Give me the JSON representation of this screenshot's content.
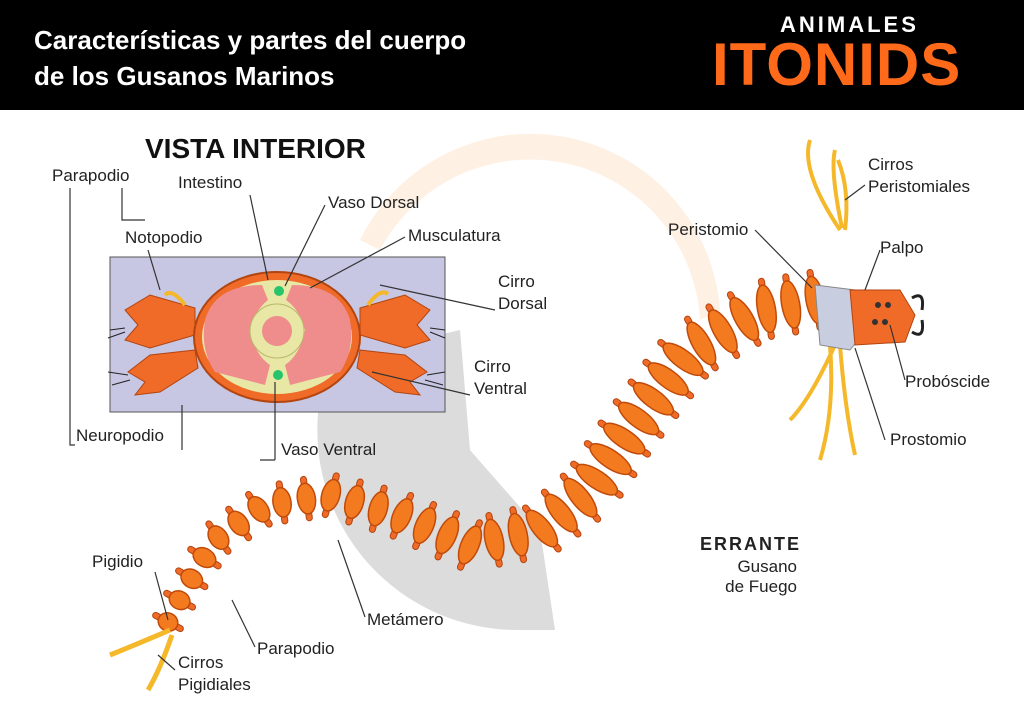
{
  "header": {
    "title": "Características y partes del cuerpo\nde los Gusanos Marinos",
    "logo_top": "ANIMALES",
    "logo_main": "ITONIDS"
  },
  "diagram": {
    "section_title": "VISTA INTERIOR",
    "cross_section_labels": {
      "parapodio": "Parapodio",
      "notopodio": "Notopodio",
      "intestino": "Intestino",
      "vaso_dorsal": "Vaso Dorsal",
      "musculatura": "Musculatura",
      "cirro_dorsal_1": "Cirro",
      "cirro_dorsal_2": "Dorsal",
      "cirro_ventral_1": "Cirro",
      "cirro_ventral_2": "Ventral",
      "neuropodio": "Neuropodio",
      "vaso_ventral": "Vaso Ventral"
    },
    "worm_labels": {
      "cirros_peristomiales_1": "Cirros",
      "cirros_peristomiales_2": "Peristomiales",
      "peristomio": "Peristomio",
      "palpo": "Palpo",
      "proboscide": "Probóscide",
      "prostomio": "Prostomio",
      "pigidio": "Pigidio",
      "parapodio": "Parapodio",
      "metamero": "Metámero",
      "cirros_pigidiales_1": "Cirros",
      "cirros_pigidiales_2": "Pigidiales"
    },
    "worm_type": {
      "category": "ERRANTE",
      "name_1": "Gusano",
      "name_2": "de Fuego"
    }
  },
  "colors": {
    "header_bg": "#000000",
    "accent_orange": "#ff6a1a",
    "body_orange": "#f47a20",
    "segment_outline": "#c04a0a",
    "cross_section_bg": "#c7c6e3",
    "gut_pink": "#ef8d8d",
    "muscle_cream": "#e8e7a6",
    "vessel_green": "#27c46b",
    "head_grey": "#c9cde0",
    "cirrus_yellow": "#f5b82a"
  }
}
